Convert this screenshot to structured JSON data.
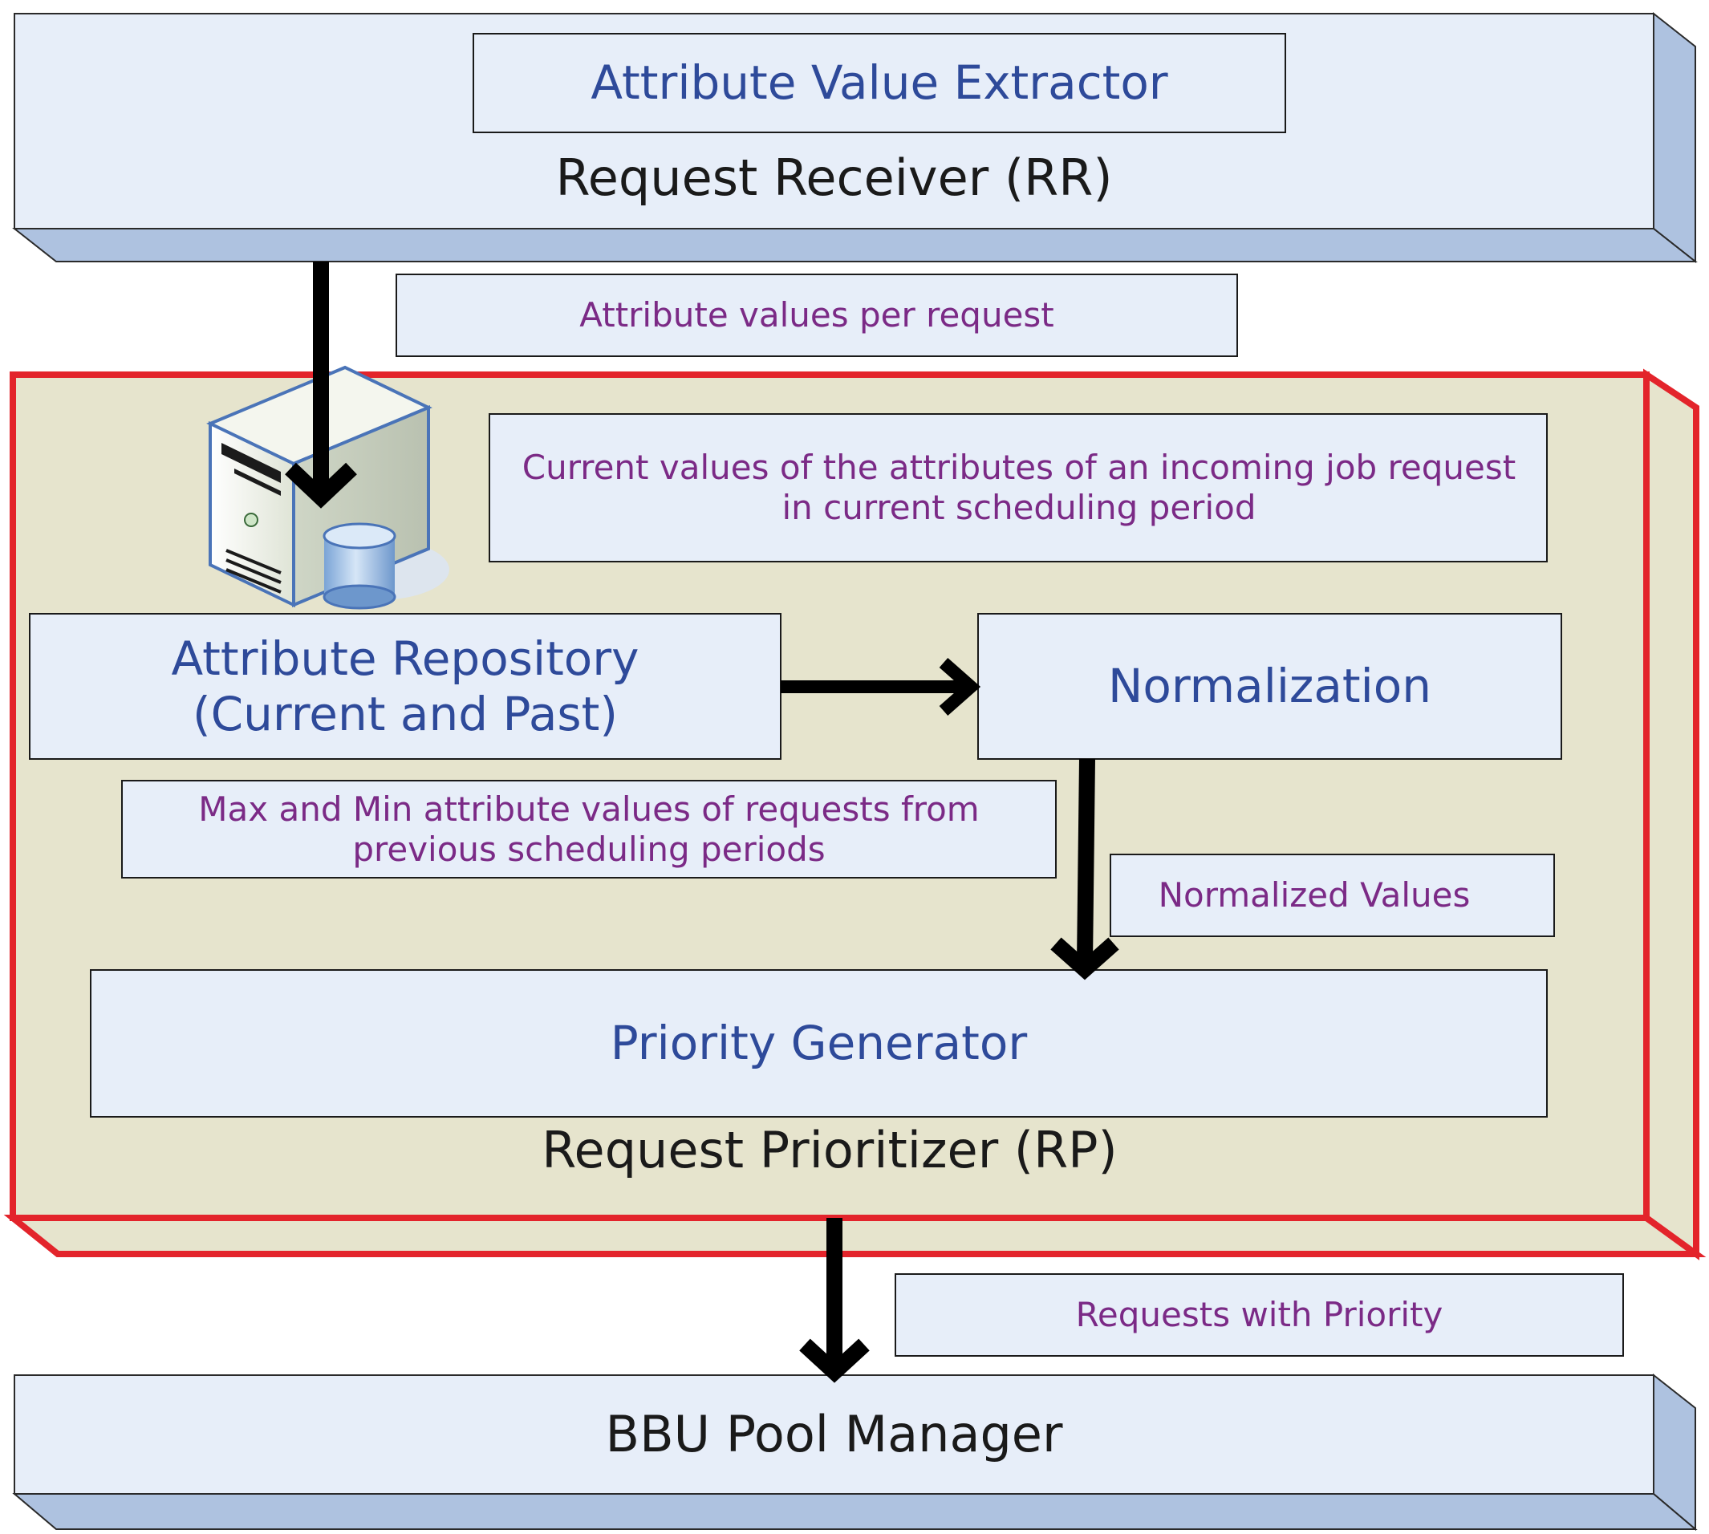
{
  "colors": {
    "panel_face": "#e7eef9",
    "panel_side": "#aec2e0",
    "rp_face": "#e6e4cd",
    "rp_border": "#e3242b",
    "box_fill": "#e7eef9",
    "heading_text": "#1a1a1a",
    "component_text": "#2e4a9a",
    "flow_text": "#7b2a86",
    "arrow": "#000000"
  },
  "request_receiver": {
    "title": "Request Receiver (RR)",
    "component": "Attribute Value Extractor"
  },
  "flows": {
    "rr_to_rp": "Attribute values per request",
    "rp_to_bbu": "Requests with Priority"
  },
  "request_prioritizer": {
    "title": "Request Prioritizer (RP)",
    "current_values_note": "Current values of the attributes of an incoming job request in current scheduling period",
    "repository_line1": "Attribute Repository",
    "repository_line2": "(Current and Past)",
    "maxmin_note": "Max and Min attribute values of  requests from previous scheduling periods",
    "normalization": "Normalization",
    "normalized_values": "Normalized Values",
    "priority_generator": "Priority Generator",
    "server_icon": "database-server-icon"
  },
  "bbu_pool_manager": {
    "title": "BBU Pool Manager"
  }
}
